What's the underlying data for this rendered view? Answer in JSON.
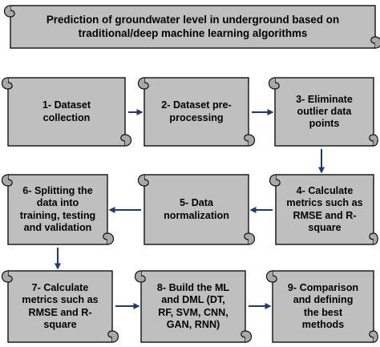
{
  "title": {
    "line1": "Prediction of groundwater level in underground based on",
    "line2": "traditional/deep machine learning algorithms"
  },
  "steps": [
    {
      "lines": [
        "1- Dataset",
        "collection"
      ]
    },
    {
      "lines": [
        "2- Dataset pre-",
        "processing"
      ]
    },
    {
      "lines": [
        "3- Eliminate",
        "outlier data",
        "points"
      ]
    },
    {
      "lines": [
        "4- Calculate",
        "metrics such as",
        "RMSE and R-",
        "square"
      ]
    },
    {
      "lines": [
        "5- Data",
        "normalization"
      ]
    },
    {
      "lines": [
        "6- Splitting the",
        "data into",
        "training, testing",
        "and validation"
      ]
    },
    {
      "lines": [
        "7- Calculate",
        "metrics such as",
        "RMSE and R-",
        "square"
      ]
    },
    {
      "lines": [
        "8- Build the ML",
        "and DML (DT,",
        "RF, SVM, CNN,",
        "GAN, RNN)"
      ]
    },
    {
      "lines": [
        "9- Comparison",
        "and defining",
        "the best",
        "methods"
      ]
    }
  ],
  "colors": {
    "scroll_fill": "#bfbfbf",
    "scroll_curl": "#a8a8a8",
    "arrow": "#1f3a73",
    "outline": "#111111"
  }
}
